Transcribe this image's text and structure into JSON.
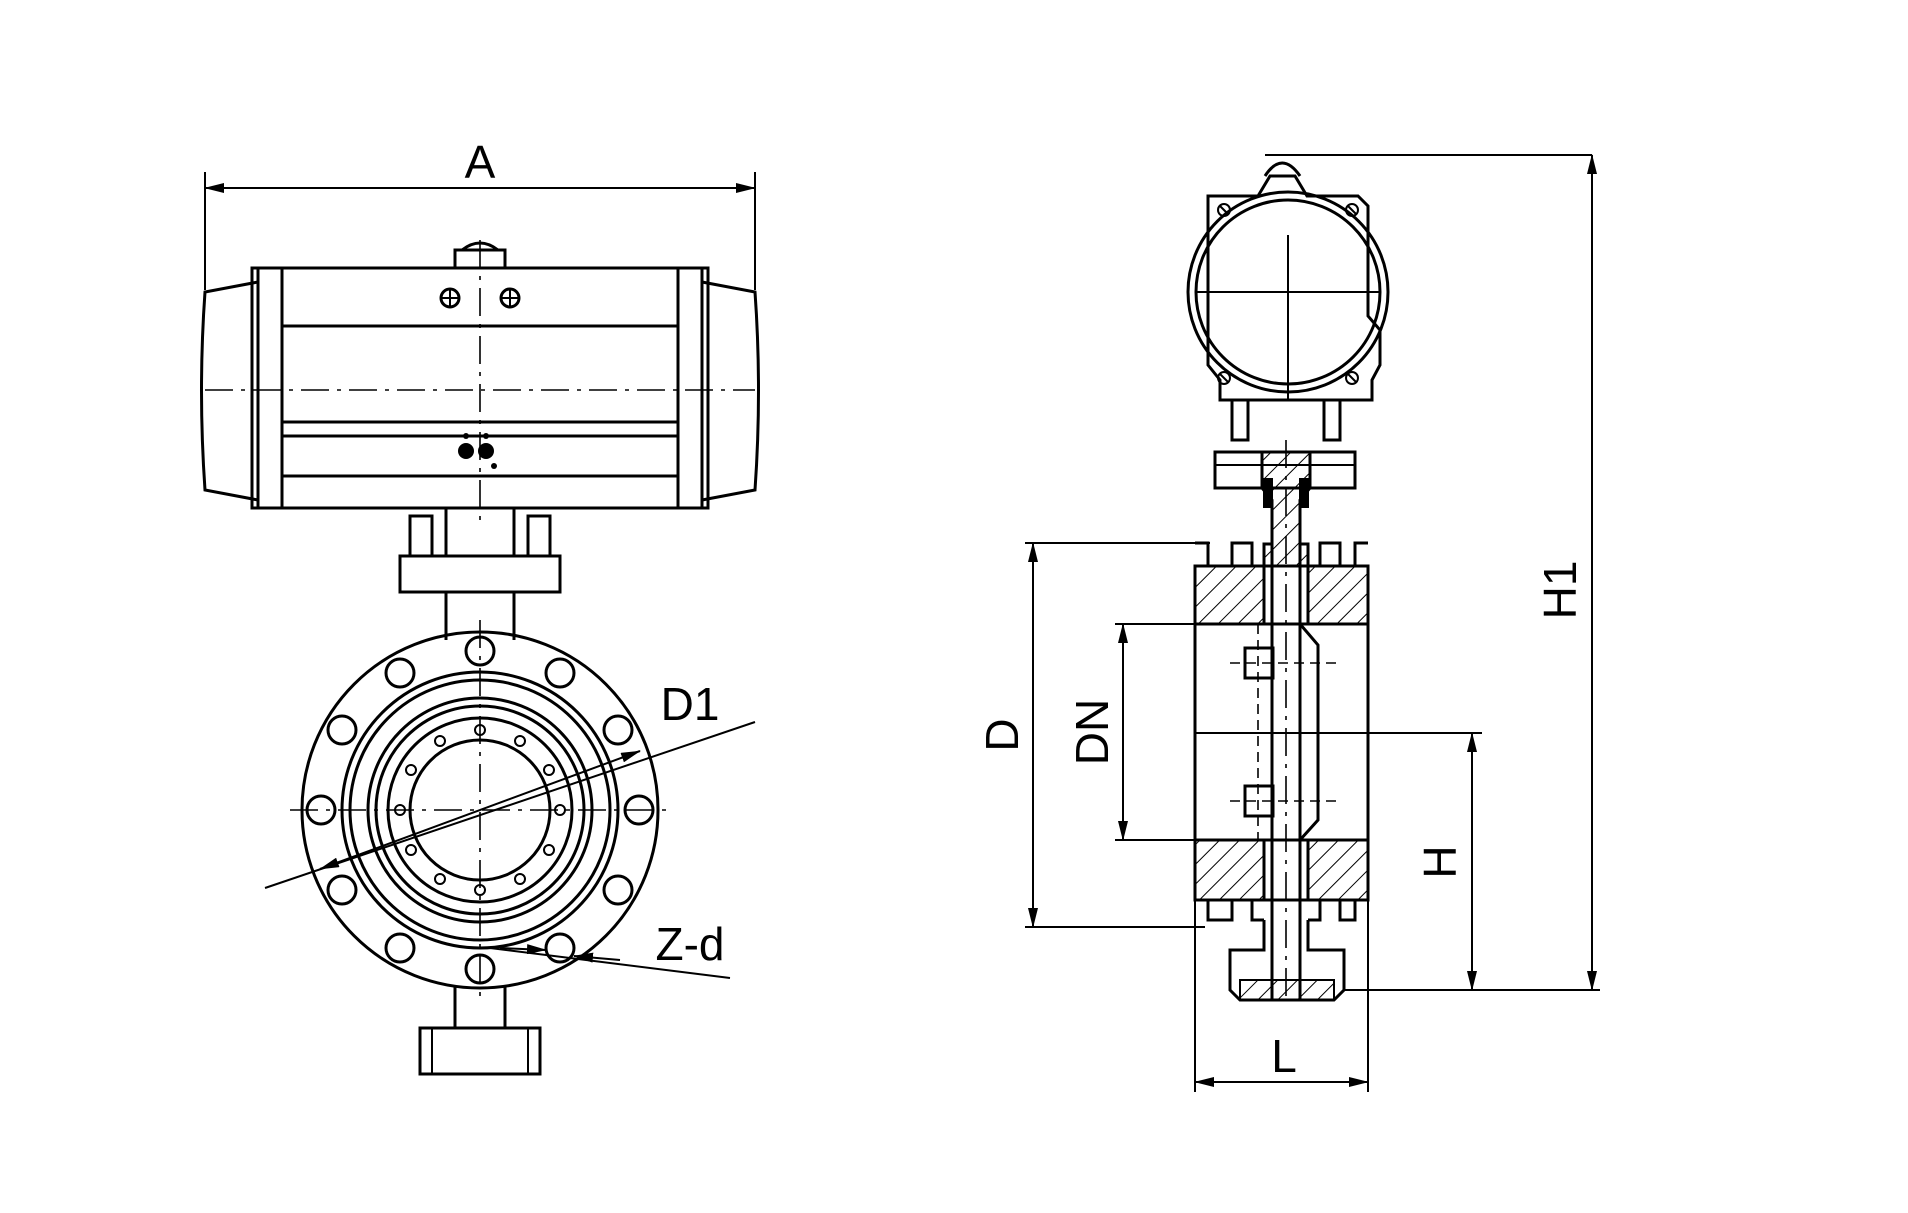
{
  "labels": {
    "a": "A",
    "d1": "D1",
    "zd": "Z-d",
    "d": "D",
    "dn": "DN",
    "h": "H",
    "h1": "H1",
    "l": "L"
  }
}
